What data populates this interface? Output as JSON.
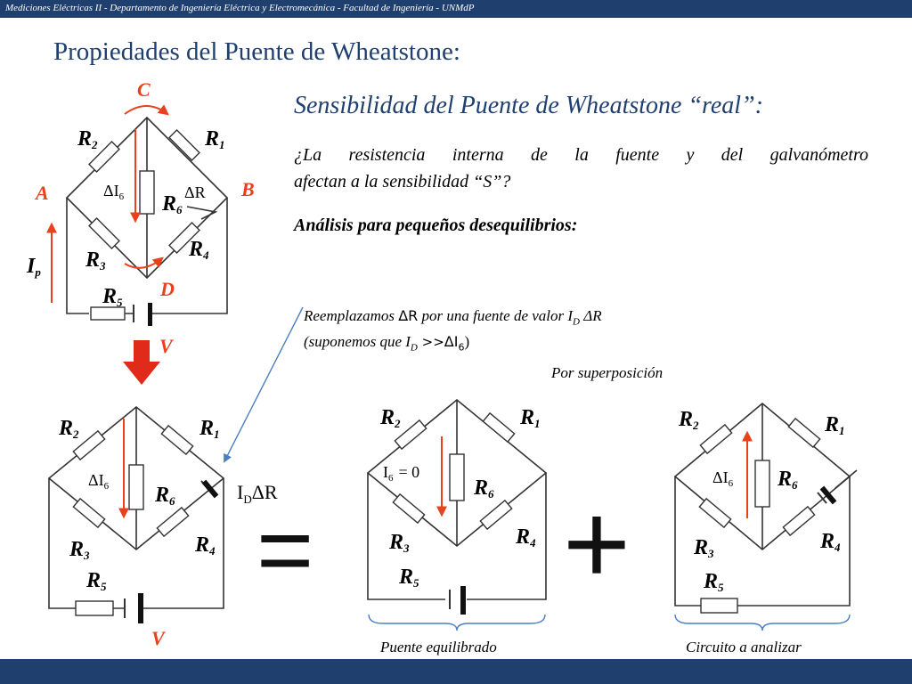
{
  "header": {
    "text": "Mediciones Eléctricas II - Departamento de Ingeniería Eléctrica y Electromecánica  - Facultad de Ingeniería  - UNMdP"
  },
  "title": "Propiedades del Puente de Wheatstone:",
  "subtitle": "Sensibilidad del Puente de Wheatstone “real”:",
  "question_line1": "¿La resistencia interna de la fuente y del galvanómetro",
  "question_line2": "afectan a la sensibilidad “S”?",
  "analysis": "Análisis para pequeños desequilibrios:",
  "note": {
    "line1_pre": "Reemplazamos ",
    "line1_delta": "ΔR",
    "line1_mid": " por una fuente de valor I",
    "line1_sub": "D",
    "line1_end": " ΔR",
    "line2_pre": "(suponemos que I",
    "line2_sub": "D",
    "line2_mid": " >>",
    "line2_end": "ΔI",
    "line2_sub2": "6",
    "line2_close": ")"
  },
  "superposition": "Por superposición",
  "captions": {
    "balanced": "Puente equilibrado",
    "analyze": "Circuito a analizar"
  },
  "diagram1": {
    "C": "C",
    "A": "A",
    "B": "B",
    "D": "D",
    "V": "V",
    "Ip": "I",
    "Ip_sub": "p",
    "R1": "R",
    "R2": "R",
    "R3": "R",
    "R4": "R",
    "R5": "R",
    "R6": "R",
    "s1": "1",
    "s2": "2",
    "s3": "3",
    "s4": "4",
    "s5": "5",
    "s6": "6",
    "dI": "ΔI",
    "dI_sub": "6",
    "dR": "ΔR"
  },
  "diagram2": {
    "V": "V",
    "dI": "ΔI",
    "dI_sub": "6",
    "ID": "I",
    "ID_sub": "D",
    "ID_end": "ΔR"
  },
  "diagram3": {
    "I6": "I",
    "I6_sub": "6",
    "I6_eq": "= 0"
  },
  "diagram4": {
    "dI": "ΔI",
    "dI_sub": "6"
  },
  "operators": {
    "equals": "=",
    "plus": "+"
  },
  "colors": {
    "accent_red": "#e8411c",
    "title_blue": "#1f3f6e",
    "bar_blue": "#1f3f6e",
    "pointer_blue": "#4a7fc2"
  }
}
